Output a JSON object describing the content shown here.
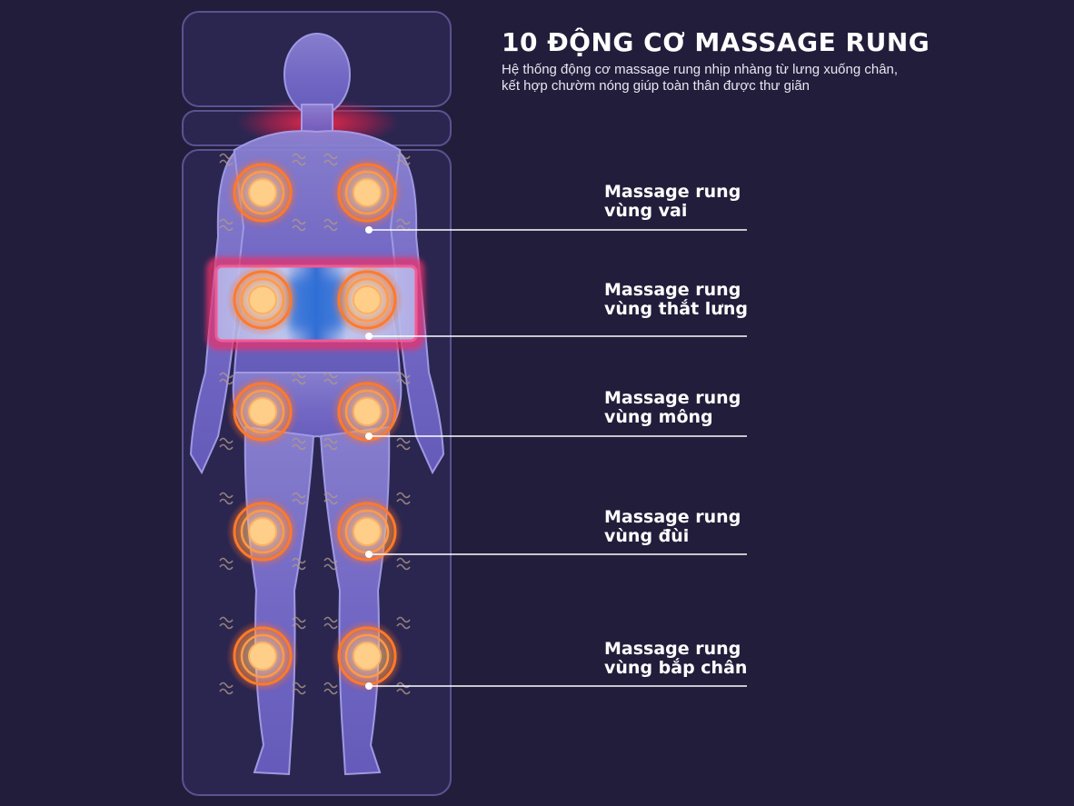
{
  "title": "10 ĐỘNG CƠ MASSAGE RUNG",
  "description": "Hệ thống động cơ massage rung nhịp nhàng từ lưng xuống chân, kết hợp chườm nóng giúp toàn thân được thư giãn",
  "zones": [
    {
      "line1": "Massage rung",
      "line2": "vùng vai"
    },
    {
      "line1": "Massage rung",
      "line2": "vùng thắt lưng"
    },
    {
      "line1": "Massage rung",
      "line2": "vùng mông"
    },
    {
      "line1": "Massage rung",
      "line2": "vùng đùi"
    },
    {
      "line1": "Massage rung",
      "line2": "vùng bắp chân"
    }
  ],
  "colors": {
    "background": "#221d3a",
    "motor_glow": "#ff7a2a",
    "heat_pad": "#e8306a",
    "lumbar_center": "#2f6fd6"
  }
}
